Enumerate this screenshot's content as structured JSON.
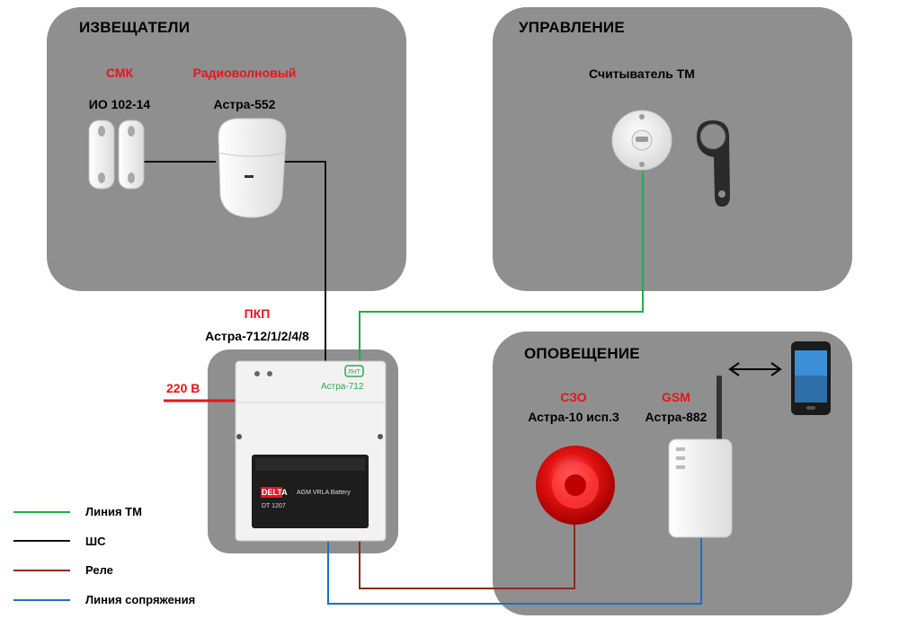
{
  "panels": {
    "sensors": {
      "title": "ИЗВЕЩАТЕЛИ"
    },
    "control": {
      "title": "УПРАВЛЕНИЕ"
    },
    "alerting": {
      "title": "ОПОВЕЩЕНИЕ"
    }
  },
  "devices": {
    "smk": {
      "type": "СМК",
      "model": "ИО 102-14"
    },
    "radio": {
      "type": "Радиоволновый",
      "model": "Астра-552"
    },
    "reader": {
      "model": "Считыватель ТМ"
    },
    "pkp": {
      "type": "ПКП",
      "model": "Астра-712/1/2/4/8",
      "brand": "Астра-712",
      "battery_brand": "DELTA",
      "battery_model": "DT 1207",
      "battery_text": "AGM VRLA Battery"
    },
    "szo": {
      "type": "СЗО",
      "model": "Астра-10 исп.3"
    },
    "gsm": {
      "type": "GSM",
      "model": "Астра-882"
    }
  },
  "power": {
    "label": "220 В"
  },
  "legend": [
    {
      "label": "Линия ТМ",
      "color": "#1fae4b"
    },
    {
      "label": "ШС",
      "color": "#111111"
    },
    {
      "label": "Реле",
      "color": "#8b2a1e"
    },
    {
      "label": "Линия сопряжения",
      "color": "#1a6fc4"
    }
  ],
  "colors": {
    "panel": "#8f8f8f",
    "accent_red": "#e8141c",
    "tm_line": "#1fae4b",
    "shs_line": "#111111",
    "relay_line": "#8b2a1e",
    "link_line": "#1a6fc4"
  }
}
